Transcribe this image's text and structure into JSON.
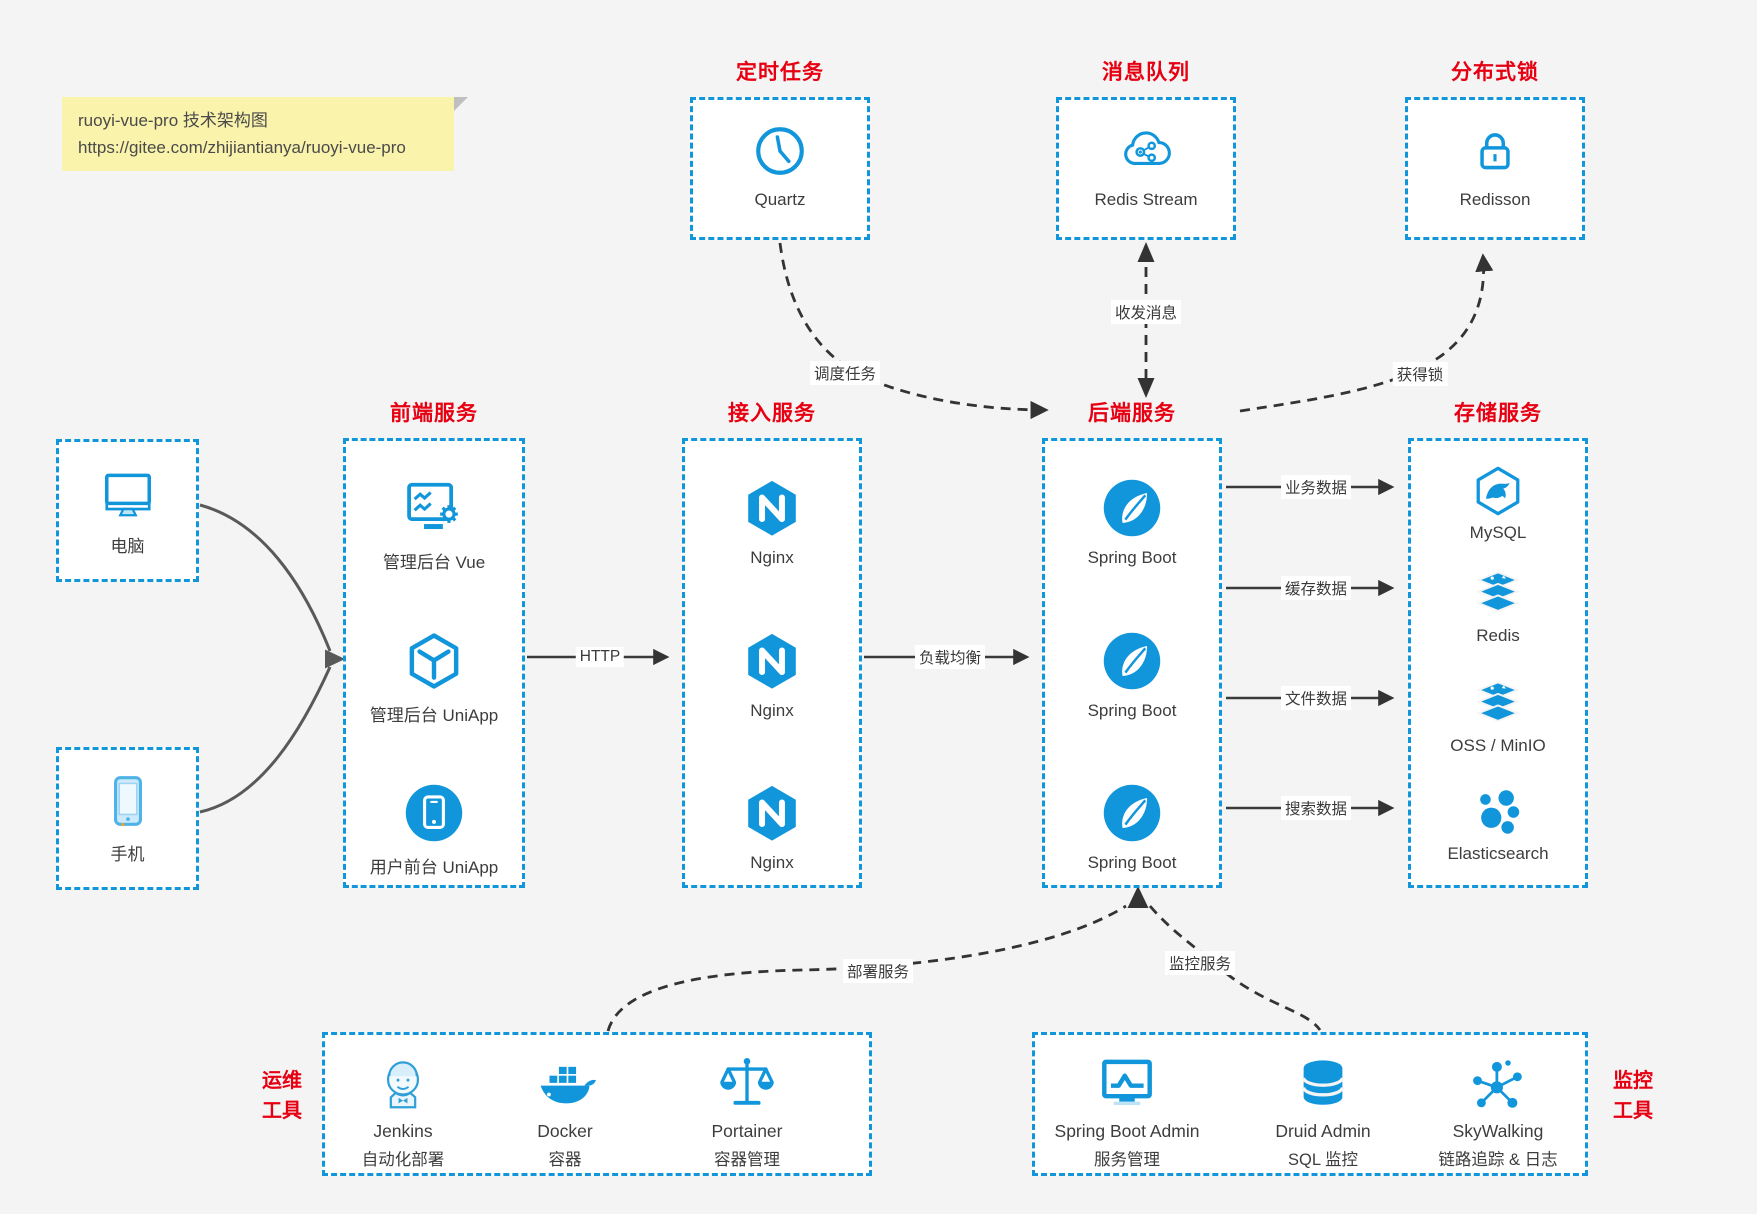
{
  "note": {
    "line1": "ruoyi-vue-pro 技术架构图",
    "line2": "https://gitee.com/zhijiantianya/ruoyi-vue-pro"
  },
  "colors": {
    "accent_blue": "#1296db",
    "title_red": "#e60012",
    "connector_dark": "#3a3a3a",
    "client_connector_gray": "#595959",
    "note_bg": "#faf3ab",
    "canvas_bg": "#f4f4f4"
  },
  "groups": {
    "scheduled": {
      "title": "定时任务",
      "items": [
        {
          "label": "Quartz",
          "icon": "clock-icon"
        }
      ]
    },
    "mq": {
      "title": "消息队列",
      "items": [
        {
          "label": "Redis Stream",
          "icon": "cloud-message-icon"
        }
      ]
    },
    "lock": {
      "title": "分布式锁",
      "items": [
        {
          "label": "Redisson",
          "icon": "padlock-icon"
        }
      ]
    },
    "clients": {
      "items": [
        {
          "label": "电脑",
          "icon": "desktop-icon"
        },
        {
          "label": "手机",
          "icon": "smartphone-icon"
        }
      ]
    },
    "frontend": {
      "title": "前端服务",
      "items": [
        {
          "label": "管理后台 Vue",
          "icon": "admin-vue-icon"
        },
        {
          "label": "管理后台 UniApp",
          "icon": "uniapp-cube-icon"
        },
        {
          "label": "用户前台 UniApp",
          "icon": "user-app-icon"
        }
      ]
    },
    "gateway": {
      "title": "接入服务",
      "items": [
        {
          "label": "Nginx",
          "icon": "nginx-icon"
        },
        {
          "label": "Nginx",
          "icon": "nginx-icon"
        },
        {
          "label": "Nginx",
          "icon": "nginx-icon"
        }
      ]
    },
    "backend": {
      "title": "后端服务",
      "items": [
        {
          "label": "Spring Boot",
          "icon": "spring-boot-icon"
        },
        {
          "label": "Spring Boot",
          "icon": "spring-boot-icon"
        },
        {
          "label": "Spring Boot",
          "icon": "spring-boot-icon"
        }
      ]
    },
    "storage": {
      "title": "存储服务",
      "items": [
        {
          "label": "MySQL",
          "icon": "mysql-icon"
        },
        {
          "label": "Redis",
          "icon": "redis-icon"
        },
        {
          "label": "OSS / MinIO",
          "icon": "oss-minio-icon"
        },
        {
          "label": "Elasticsearch",
          "icon": "elasticsearch-icon"
        }
      ]
    },
    "ops": {
      "side_title": [
        "运维",
        "工具"
      ],
      "items": [
        {
          "label": "Jenkins",
          "sublabel": "自动化部署",
          "icon": "jenkins-icon"
        },
        {
          "label": "Docker",
          "sublabel": "容器",
          "icon": "docker-icon"
        },
        {
          "label": "Portainer",
          "sublabel": "容器管理",
          "icon": "portainer-icon"
        }
      ]
    },
    "monitoring": {
      "side_title": [
        "监控",
        "工具"
      ],
      "items": [
        {
          "label": "Spring Boot Admin",
          "sublabel": "服务管理",
          "icon": "springboot-admin-icon"
        },
        {
          "label": "Druid Admin",
          "sublabel": "SQL 监控",
          "icon": "druid-icon"
        },
        {
          "label": "SkyWalking",
          "sublabel": "链路追踪 & 日志",
          "icon": "skywalking-icon"
        }
      ]
    }
  },
  "edges": {
    "http": "HTTP",
    "load_balance": "负载均衡",
    "schedule_task": "调度任务",
    "send_receive_message": "收发消息",
    "acquire_lock": "获得锁",
    "business_data": "业务数据",
    "cache_data": "缓存数据",
    "file_data": "文件数据",
    "search_data": "搜索数据",
    "deploy_service": "部署服务",
    "monitor_service": "监控服务"
  }
}
